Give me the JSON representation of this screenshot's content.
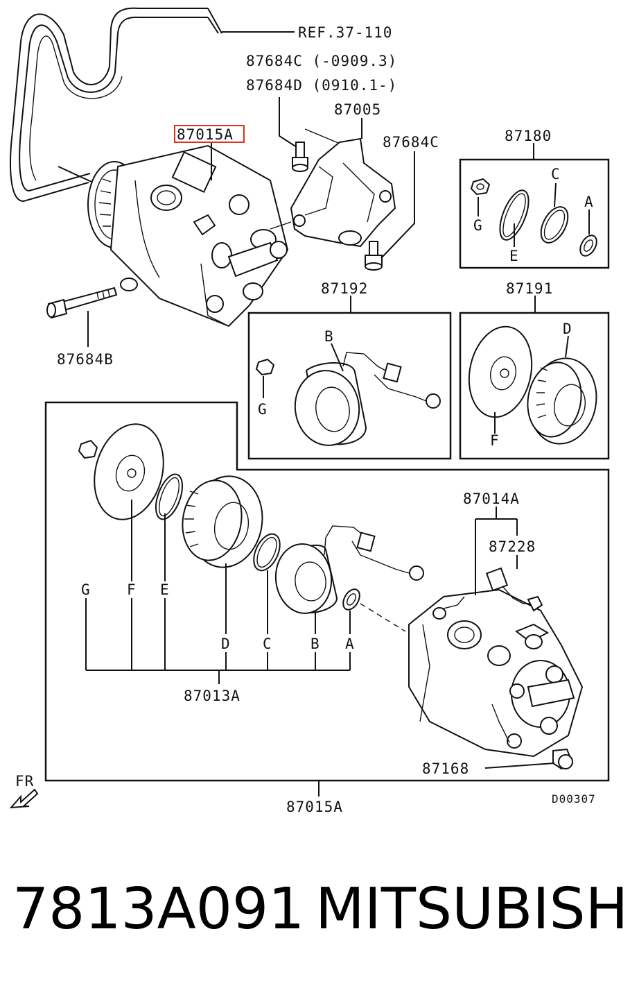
{
  "diagram": {
    "ref_label": "REF.37-110",
    "top_labels": {
      "bolt_c_range": "87684C (-0909.3)",
      "bolt_d_range": "87684D (0910.1-)",
      "bracket": "87005",
      "bolt_c": "87684C",
      "highlighted": "87015A",
      "bolt_b": "87684B"
    },
    "kit_87180": {
      "number": "87180",
      "letters": [
        "G",
        "E",
        "C",
        "A"
      ]
    },
    "kit_87192": {
      "number": "87192",
      "letters": [
        "B",
        "G"
      ]
    },
    "kit_87191": {
      "number": "87191",
      "letters": [
        "D",
        "F"
      ]
    },
    "assembly": {
      "letters": [
        "G",
        "F",
        "E",
        "D",
        "C",
        "B",
        "A"
      ],
      "clutch_kit": "87013A",
      "compressor": "87014A",
      "sensor": "87228",
      "valve": "87168",
      "whole": "87015A"
    },
    "fr_label": "FR",
    "drawing_code": "D00307"
  },
  "caption": {
    "part_number": "7813A091",
    "brand": "MITSUBISHI"
  },
  "colors": {
    "highlight": "#e0301e",
    "ink": "#111111",
    "background": "#ffffff"
  }
}
